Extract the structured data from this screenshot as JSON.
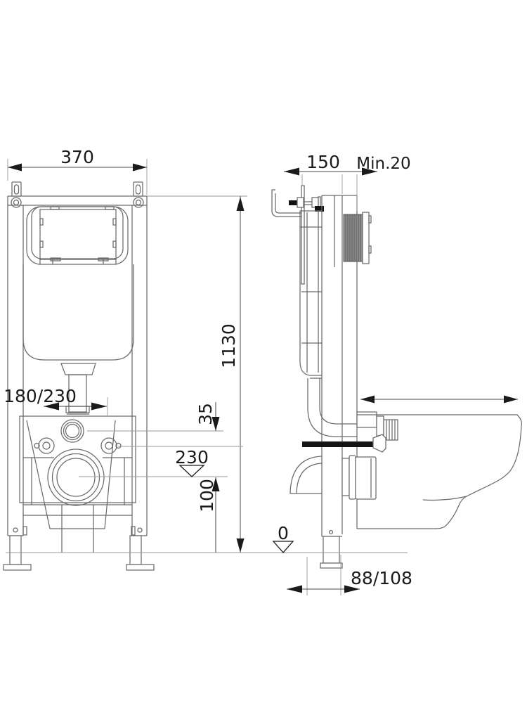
{
  "title": "Wall-hung toilet concealed cistern frame installation drawing",
  "colors": {
    "background": "#ffffff",
    "drawing_line": "#6a6a6a",
    "dimension_text": "#1a1a1a",
    "sleeve_fill": "#8f8f8f",
    "bolt_fill": "#141414"
  },
  "dimensions": {
    "front": {
      "frame_width_mm": "370",
      "frame_height_mm": "1130",
      "flush_pipe_offset_mm": "180/230",
      "inlet_drop_mm": "35",
      "connection_level_mm": "230",
      "drain_center_height_mm": "100"
    },
    "side": {
      "frame_depth_mm": "150",
      "min_wall_clearance": "Min.20",
      "floor_level": "0",
      "drain_offset_mm": "88/108"
    }
  }
}
